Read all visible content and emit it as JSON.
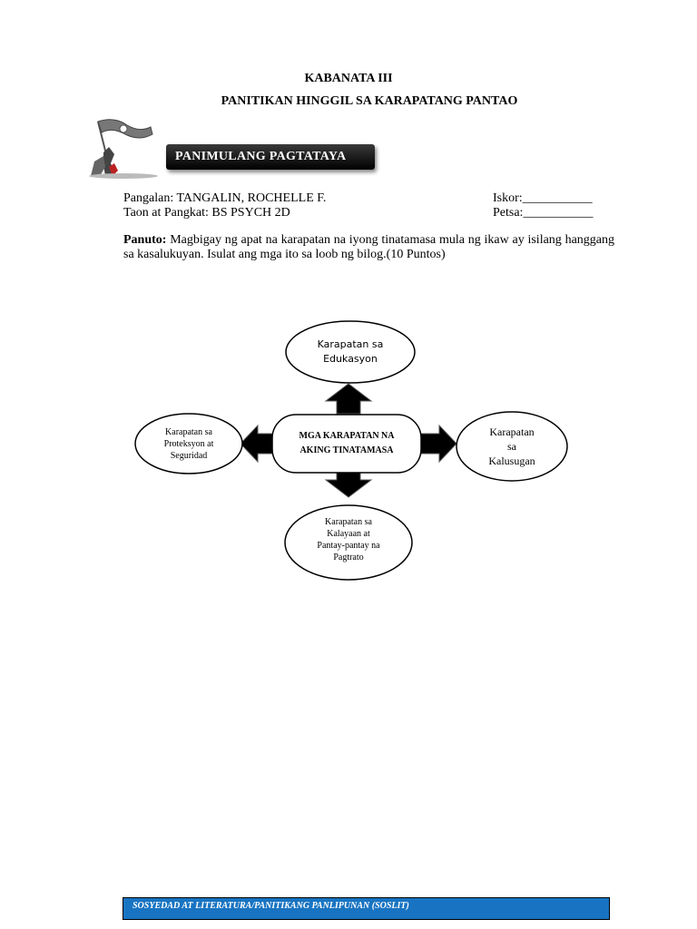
{
  "header": {
    "chapter": "KABANATA III",
    "title": "PANITIKAN HINGGIL SA KARAPATANG PANTAO"
  },
  "section": {
    "banner": "PANIMULANG PAGTATAYA",
    "logo_icon": "raising-flag-icon"
  },
  "student": {
    "name_line": "Pangalan: TANGALIN, ROCHELLE F.",
    "year_line": "Taon at Pangkat: BS PSYCH 2D",
    "score_line": "Iskor:___________",
    "date_line": "Petsa:___________"
  },
  "instructions": {
    "label": "Panuto:",
    "text": " Magbigay ng apat na karapatan na iyong tinatamasa mula ng ikaw ay isilang hanggang sa kasalukuyan. Isulat ang mga ito sa loob ng bilog.(10 Puntos)"
  },
  "diagram": {
    "center": [
      "MGA KARAPATAN NA",
      "AKING TINATAMASA"
    ],
    "top": [
      "Karapatan sa",
      "Edukasyon"
    ],
    "left": [
      "Karapatan sa",
      "Proteksyon at",
      "Seguridad"
    ],
    "right": [
      "Karapatan",
      "sa",
      "Kalusugan"
    ],
    "bottom": [
      "Karapatan sa",
      "Kalayaan at",
      "Pantay-pantay na",
      "Pagtrato"
    ]
  },
  "footer": {
    "text": "SOSYEDAD AT LITERATURA/PANITIKANG PANLIPUNAN (SOSLIT)",
    "color": "#1874c2"
  }
}
